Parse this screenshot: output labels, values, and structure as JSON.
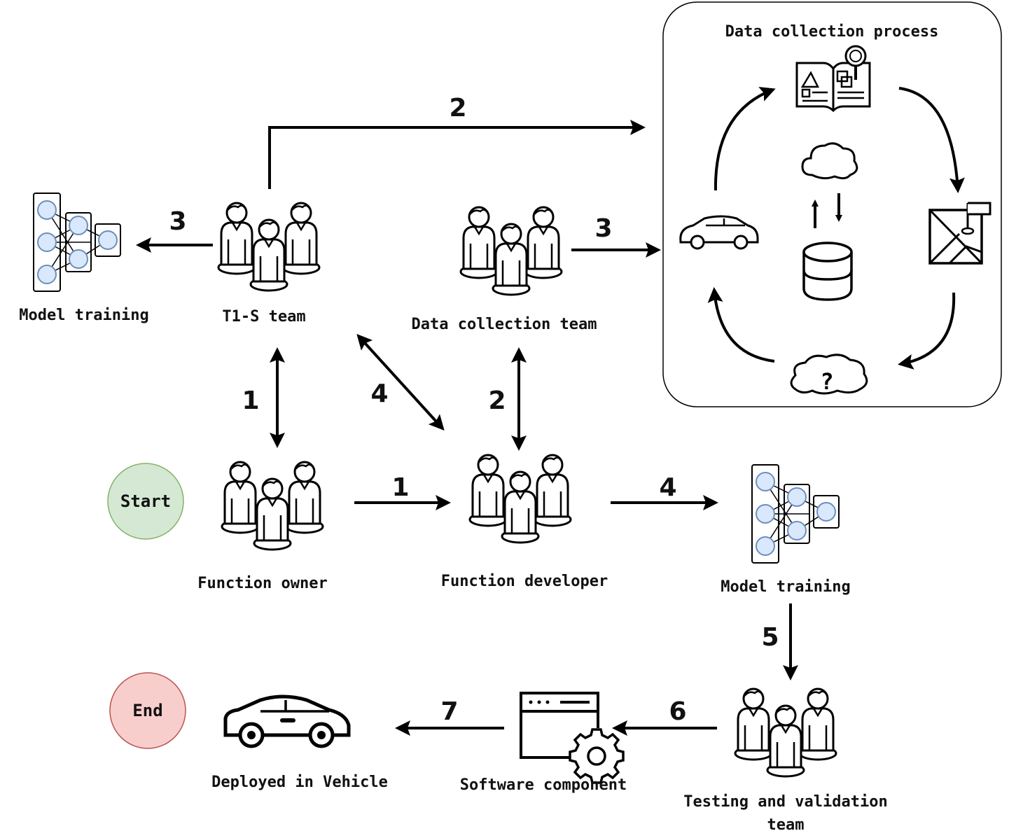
{
  "nodes": {
    "start": "Start",
    "end": "End",
    "t1s_team": "T1-S team",
    "model_training_top": "Model training",
    "data_collection_team": "Data collection team",
    "function_owner": "Function owner",
    "function_developer": "Function developer",
    "model_training_bottom": "Model training",
    "testing_team_line1": "Testing and validation",
    "testing_team_line2": "team",
    "software_component": "Software component",
    "deployed": "Deployed in Vehicle"
  },
  "process_box": {
    "title": "Data collection process",
    "question_mark": "?"
  },
  "edges": {
    "t1s_to_process": "2",
    "t1s_to_model": "3",
    "dct_to_process": "3",
    "t1s_owner": "1",
    "t1s_developer": "4",
    "dct_developer": "2",
    "owner_to_developer": "1",
    "developer_to_model": "4",
    "model_to_testing": "5",
    "testing_to_software": "6",
    "software_to_vehicle": "7"
  },
  "colors": {
    "start_fill": "#d5e8d4",
    "start_stroke": "#82b366",
    "end_fill": "#f8cecc",
    "end_stroke": "#b85450",
    "neuron_fill": "#dae8fc",
    "neuron_stroke": "#6c8ebf"
  },
  "icons": {
    "team": "team-icon",
    "neural_network": "neural-network-icon",
    "car": "car-icon",
    "book": "book-icon",
    "cloud": "cloud-icon",
    "database": "database-icon",
    "map": "map-icon",
    "question_cloud": "question-cloud-icon",
    "software": "software-window-gear-icon"
  }
}
